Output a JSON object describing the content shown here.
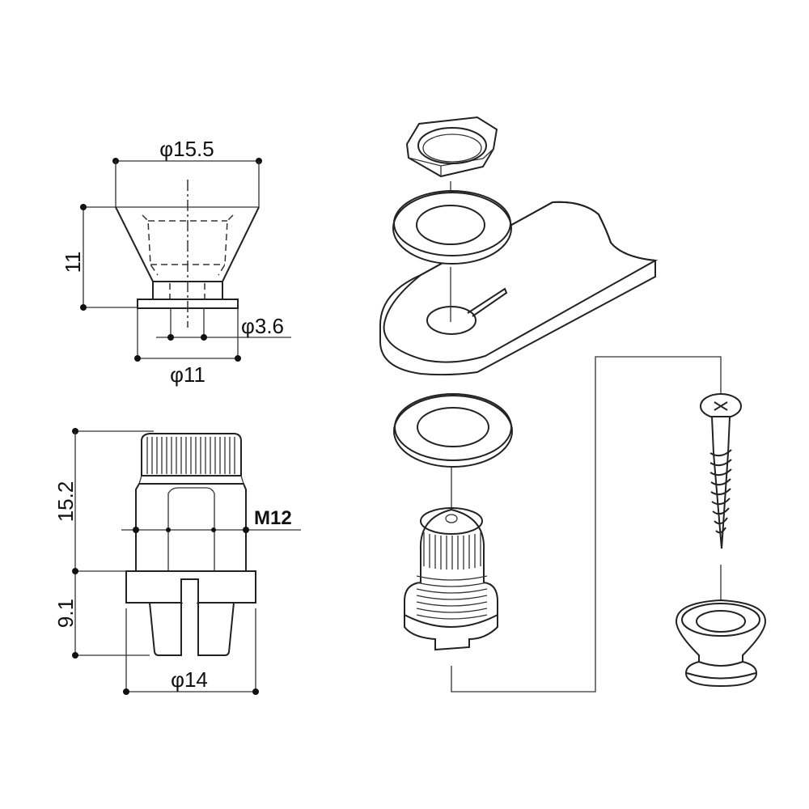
{
  "diagram": {
    "subject": "Strap lock / strap button dimension and exploded assembly drawing",
    "button_view": {
      "top_diameter": "φ15.5",
      "height": "11",
      "hole_diameter": "φ3.6",
      "base_diameter": "φ11"
    },
    "lock_view": {
      "upper_height": "15.2",
      "thread": "M12",
      "lower_height": "9.1",
      "flange_diameter": "φ14"
    },
    "exploded_parts": [
      "hex-nut",
      "upper-washer",
      "strap-plate",
      "lower-washer",
      "lock-body",
      "wood-screw",
      "strap-button"
    ],
    "colors": {
      "line": "#222222",
      "background": "#ffffff"
    }
  }
}
